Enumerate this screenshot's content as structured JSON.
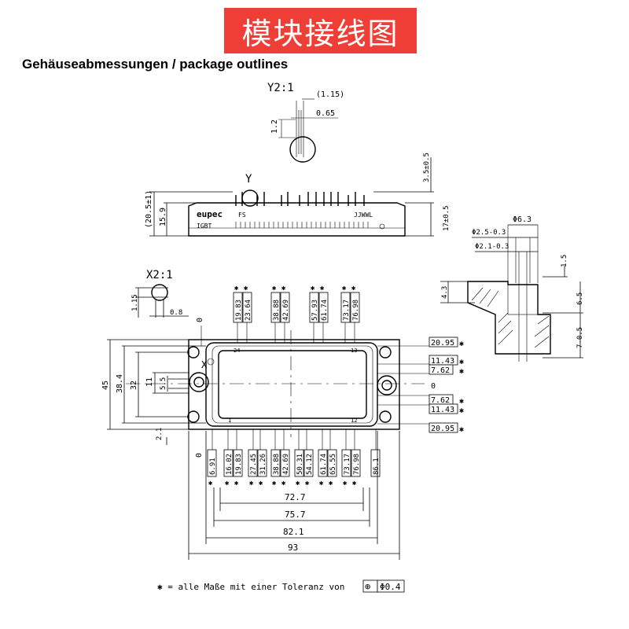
{
  "banner": {
    "text": "模块接线图",
    "bg_color": "#ef3e36"
  },
  "subtitle": "Gehäuseabmessungen / package outlines",
  "side_view": {
    "detail_y_title": "Y2:1",
    "detail_y_dims": {
      "d1": "(1.15)",
      "d2": "0.65",
      "d3": "1.2"
    },
    "marker_y": "Y",
    "brand": "eupec",
    "label_igbt": "IGBT",
    "label_fs": "FS",
    "label_jjwwl": "JJWWL",
    "dim_left_outer": "(20.5±1)",
    "dim_left_inner": "15.9",
    "dim_right_top": "3.5±0.5",
    "dim_right_side": "17±0.5"
  },
  "section_view": {
    "d_outer": "Φ6.3",
    "d_mid": "Φ2.5-0.3",
    "d_inner": "Φ2.1-0.3",
    "h_1": "1.5",
    "h_2": "4.3",
    "h_3": "6.5",
    "h_4": "7-0.5"
  },
  "top_view": {
    "detail_x_title": "X2:1",
    "detail_x_dims": {
      "d1": "1.15",
      "d2": "0.8"
    },
    "marker_x": "X",
    "top_dims": [
      "19.83",
      "23.64",
      "38.88",
      "42.69",
      "57.93",
      "61.74",
      "73.17",
      "76.98"
    ],
    "bottom_dims": [
      "6.91",
      "16.02",
      "19.83",
      "27.45",
      "31.26",
      "38.88",
      "42.69",
      "50.31",
      "54.12",
      "61.74",
      "65.55",
      "73.17",
      "76.98",
      "86.1"
    ],
    "right_dims": [
      "20.95",
      "11.43",
      "7.62",
      "7.62",
      "11.43",
      "20.95"
    ],
    "right_zero": "0",
    "left_dims": {
      "d45": "45",
      "d38_4": "38.4",
      "d32": "32",
      "d11": "11",
      "d5_5": "5.5",
      "d2_1": "2.1"
    },
    "zero_top": "0",
    "zero_bottom": "0",
    "pin_top_left": "24",
    "pin_top_right": "13",
    "pin_bottom_left": "1",
    "pin_bottom_right": "12",
    "width_dims": [
      "72.7",
      "75.7",
      "82.1",
      "93"
    ],
    "star": "✱"
  },
  "footnote": {
    "text": "✱ = alle Maße mit einer Toleranz von",
    "symbol": "⊕",
    "tolerance": "Φ0.4"
  }
}
